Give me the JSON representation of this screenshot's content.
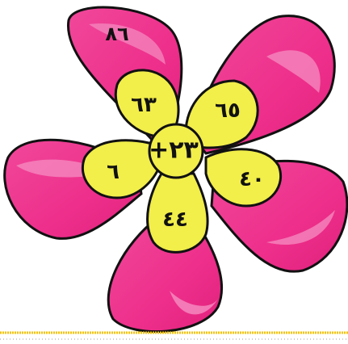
{
  "flower": {
    "outer_petals": [
      {
        "label": "٨٦"
      },
      {
        "label": ""
      },
      {
        "label": ""
      },
      {
        "label": ""
      },
      {
        "label": ""
      }
    ],
    "center": {
      "label": "+٢٣"
    },
    "inner_petals": [
      {
        "label": "٦٣"
      },
      {
        "label": "٦٥"
      },
      {
        "label": "٤٠"
      },
      {
        "label": "٤٤"
      },
      {
        "label": "٦"
      }
    ]
  },
  "colors": {
    "petal_pink": "#ee2f8b",
    "petal_pink_light": "#f58ec2",
    "inner_yellow": "#f2ee4a",
    "outline": "#111111",
    "divider": "#f3c300"
  }
}
